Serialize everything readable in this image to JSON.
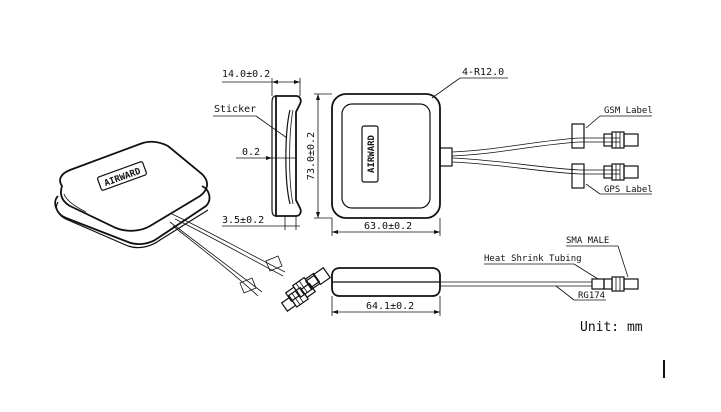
{
  "brand": "AIRWARD",
  "labels": {
    "side_width": "14.0±0.2",
    "sticker": "Sticker",
    "sticker_thickness": "0.2",
    "base_thickness": "3.5±0.2",
    "corner_radius": "4-R12.0",
    "height": "73.0±0.2",
    "width": "63.0±0.2",
    "bottom_width": "64.1±0.2",
    "gsm_label": "GSM Label",
    "gps_label": "GPS Label",
    "sma_male": "SMA MALE",
    "heat_shrink": "Heat Shrink Tubing",
    "cable": "RG174",
    "unit": "Unit: mm"
  }
}
